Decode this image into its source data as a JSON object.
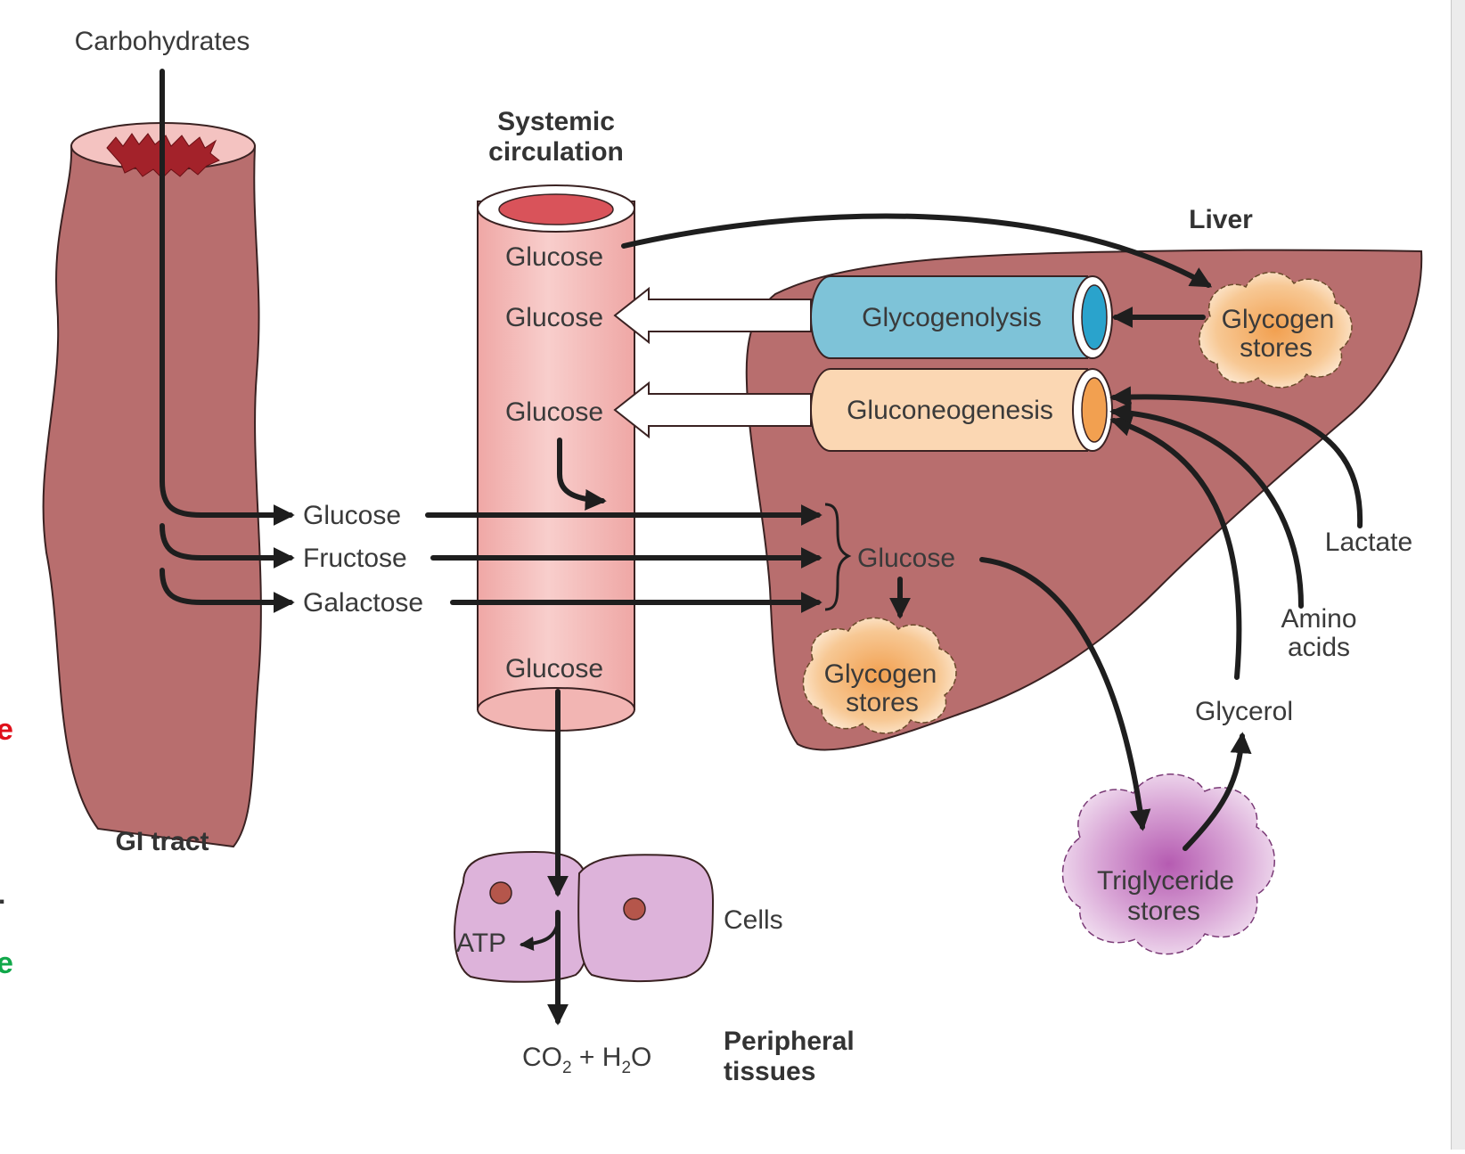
{
  "labels": {
    "carbohydrates": "Carbohydrates",
    "systemic_line1": "Systemic",
    "systemic_line2": "circulation",
    "liver": "Liver",
    "glucose_1": "Glucose",
    "glucose_2": "Glucose",
    "glucose_3": "Glucose",
    "glucose_4": "Glucose",
    "glycogenolysis": "Glycogenolysis",
    "gluconeogenesis": "Gluconeogenesis",
    "glycogen_stores_top_1": "Glycogen",
    "glycogen_stores_top_2": "stores",
    "absorbed_glucose": "Glucose",
    "absorbed_fructose": "Fructose",
    "absorbed_galactose": "Galactose",
    "liver_glucose": "Glucose",
    "glycogen_stores_bottom_1": "Glycogen",
    "glycogen_stores_bottom_2": "stores",
    "lactate": "Lactate",
    "amino_1": "Amino",
    "amino_2": "acids",
    "glycerol": "Glycerol",
    "triglyceride_1": "Triglyceride",
    "triglyceride_2": "stores",
    "gi_tract": "GI tract",
    "cells": "Cells",
    "atp": "ATP",
    "co2": "CO",
    "co2_sub": "2",
    "plus_h": " + H",
    "h2o_sub": "2",
    "h2o_o": "O",
    "peripheral_1": "Peripheral",
    "peripheral_2": "tissues",
    "cut_red": "e",
    "cut_black": ".",
    "cut_green": "e"
  },
  "colors": {
    "gi_tract": "#b86e6e",
    "liver": "#b86e6e",
    "vessel": "#f4b9b7",
    "glycogenolysis": "#7ec3d8",
    "gluconeogenesis": "#fbd7b3",
    "glycogen_cloud": "#f5b877",
    "triglyceride_cloud": "#d9a6d6",
    "cells": "#ddb3da"
  }
}
